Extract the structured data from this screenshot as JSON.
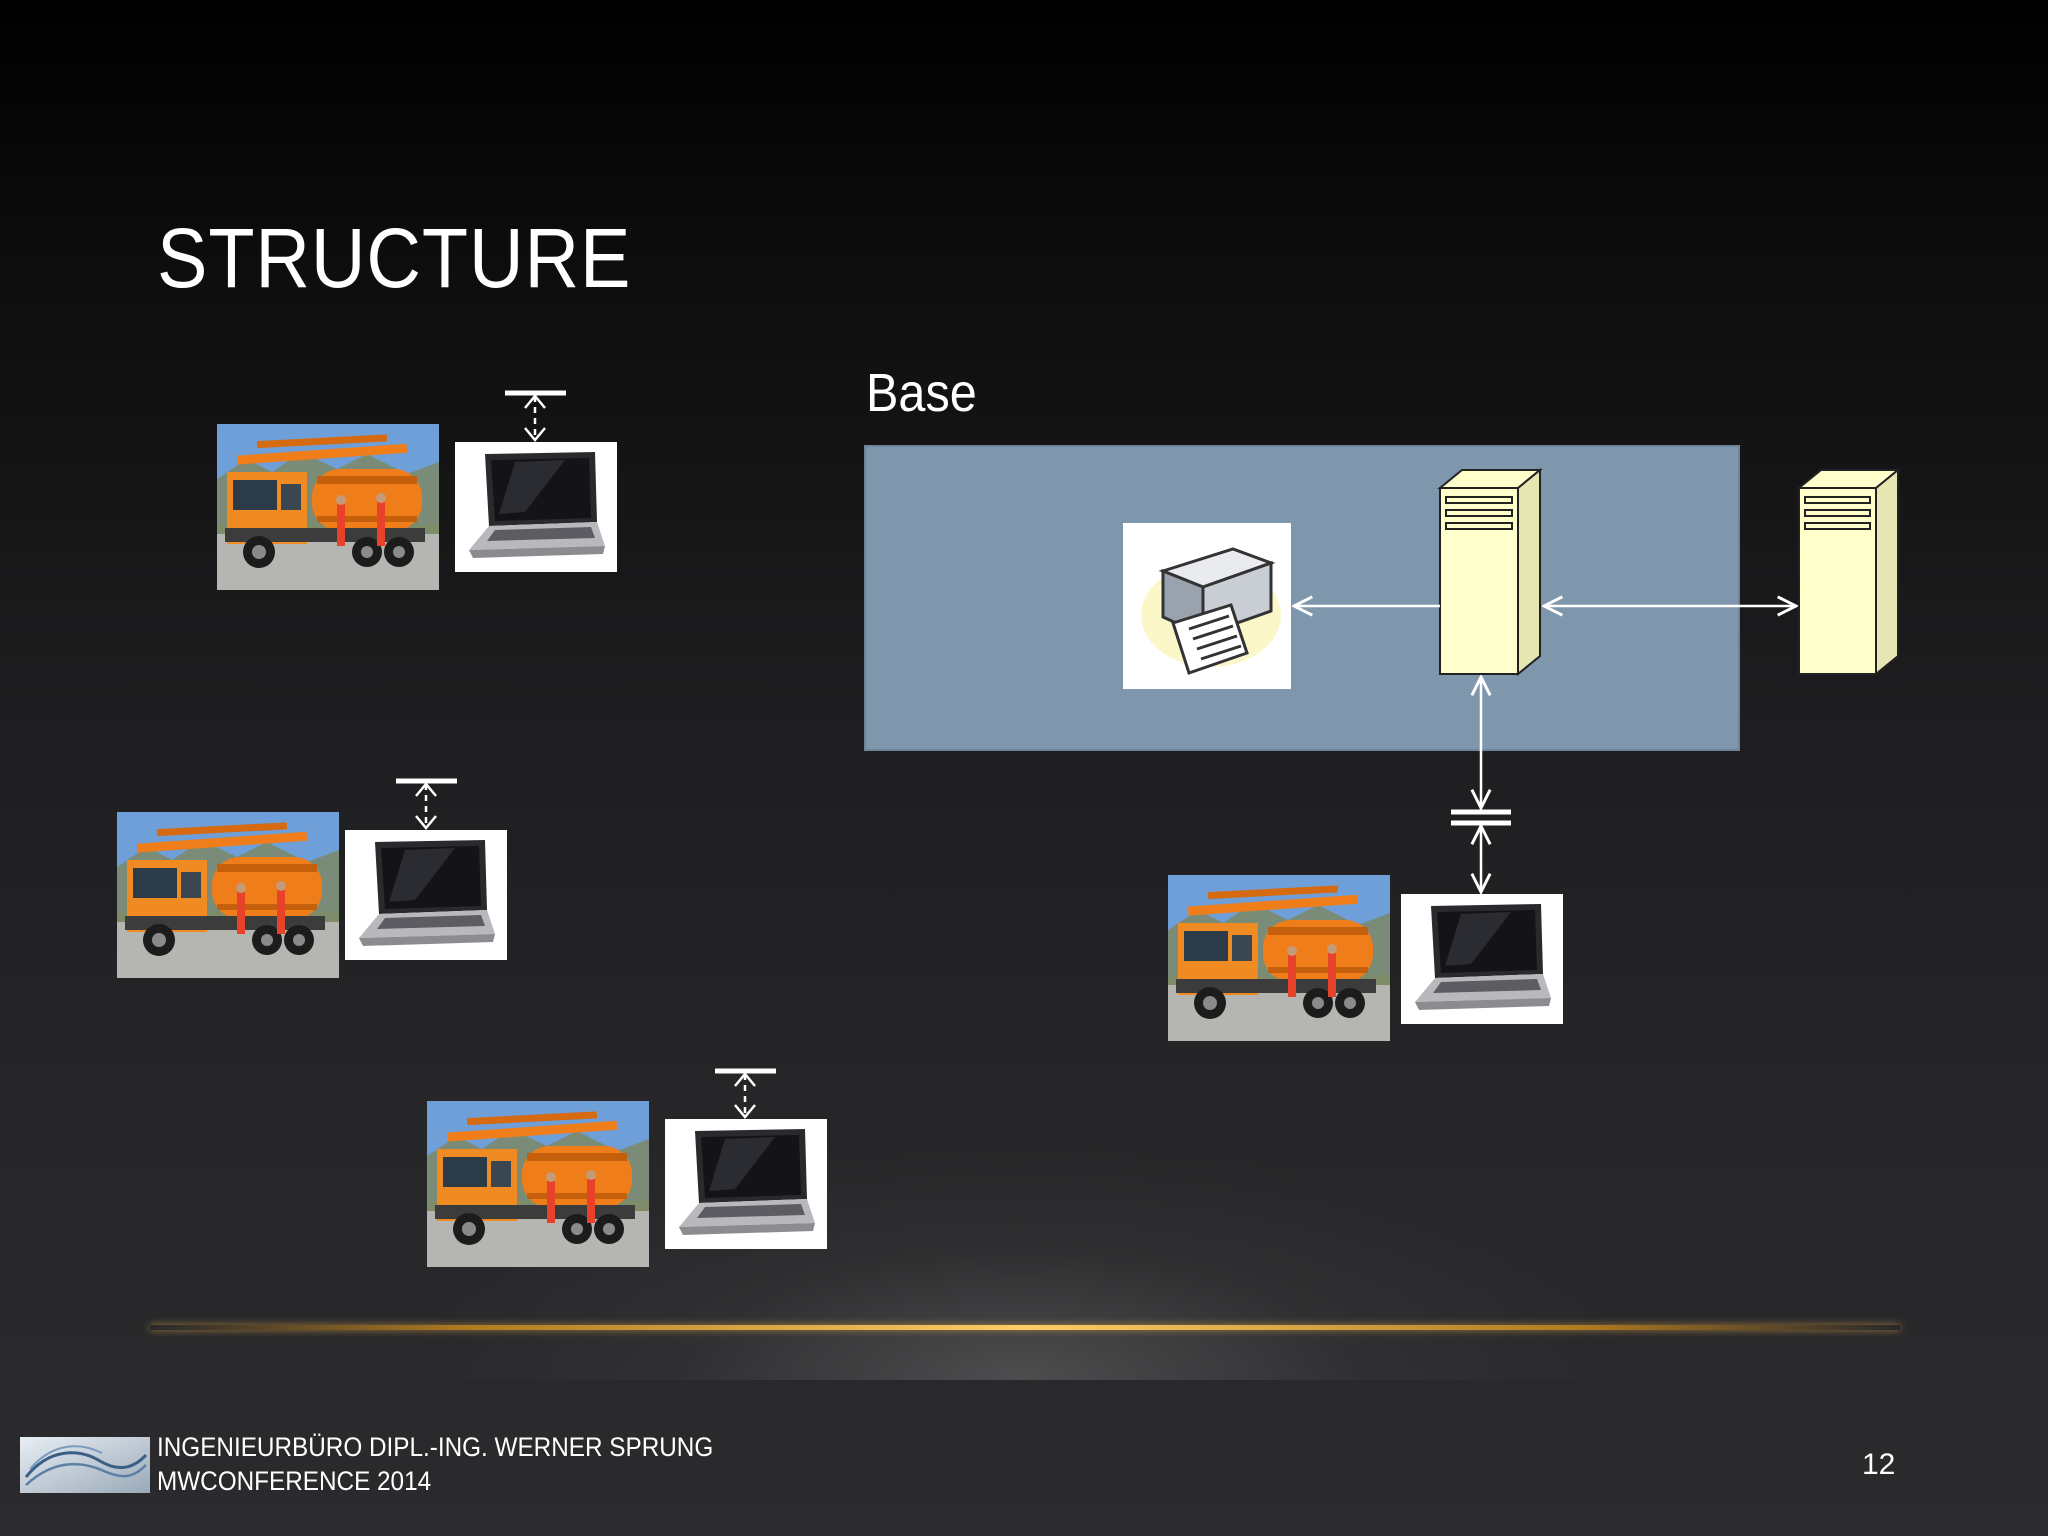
{
  "slide": {
    "title": "STRUCTURE",
    "base_label": "Base",
    "page_number": "12"
  },
  "footer": {
    "line1": "INGENIEURBÜRO DIPL.-ING. WERNER SPRUNG",
    "line2": "MWCONFERENCE 2014"
  },
  "icons": {
    "truck": "truck-photo-icon",
    "laptop": "laptop-photo-icon",
    "printer": "printer-icon",
    "server": "server-tower-icon"
  },
  "colors": {
    "base_box": "#7f97ad",
    "server_fill": "#ffffcc",
    "accent_line": "#ffcd66",
    "truck_orange": "#ef7d1a"
  }
}
